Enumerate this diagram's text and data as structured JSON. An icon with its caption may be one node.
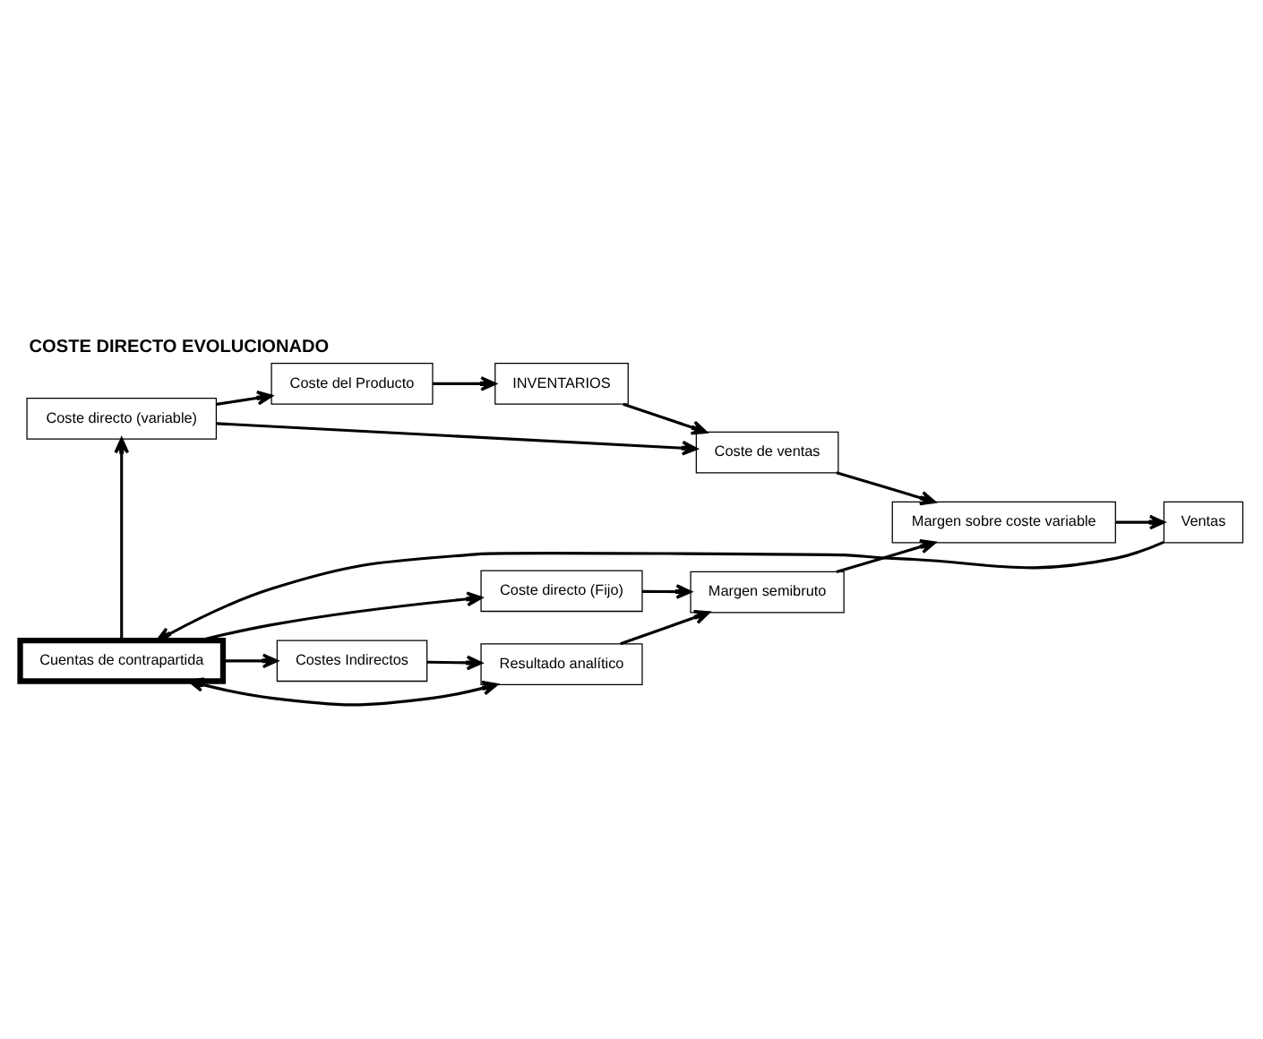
{
  "diagram": {
    "title": "COSTE DIRECTO EVOLUCIONADO",
    "nodes": [
      {
        "text": [
          "Coste directo (variable)"
        ]
      },
      {
        "text": [
          "Coste del Producto"
        ]
      },
      {
        "text": [
          "INVENTARIOS"
        ]
      },
      {
        "text": [
          "Coste de ventas"
        ]
      },
      {
        "text": [
          "Ventas"
        ]
      },
      {
        "text": [
          "Coste directo (Fijo)"
        ]
      },
      {
        "text": [
          "Margen sobre coste variable"
        ]
      },
      {
        "text": [
          "Margen semibruto"
        ]
      },
      {
        "text": [
          "Costes Indirectos"
        ]
      },
      {
        "text": [
          "Resultado analítico"
        ]
      },
      {
        "text": [
          "Cuentas de contrapartida"
        ]
      }
    ],
    "edges": [
      {
        "from": 0,
        "to": 1,
        "arrow": "to"
      },
      {
        "from": 1,
        "to": 2,
        "arrow": "to"
      },
      {
        "from": 2,
        "to": 3,
        "arrow": "to"
      },
      {
        "from": 0,
        "to": 3,
        "arrow": "to"
      },
      {
        "from": 3,
        "to": 6,
        "arrow": "to"
      },
      {
        "from": 6,
        "to": 4,
        "arrow": "to"
      },
      {
        "from": 4,
        "to": 10,
        "arrow": "to"
      },
      {
        "from": 10,
        "to": 0,
        "arrow": "to"
      },
      {
        "from": 10,
        "to": 5,
        "arrow": "to"
      },
      {
        "from": 10,
        "to": 8,
        "arrow": "to"
      },
      {
        "from": 5,
        "to": 7,
        "arrow": "to"
      },
      {
        "from": 7,
        "to": 6,
        "arrow": "to"
      },
      {
        "from": 8,
        "to": 9,
        "arrow": "to"
      },
      {
        "from": 9,
        "to": 7,
        "arrow": "to"
      },
      {
        "from": 10,
        "to": 9,
        "arrow": "both"
      }
    ]
  }
}
